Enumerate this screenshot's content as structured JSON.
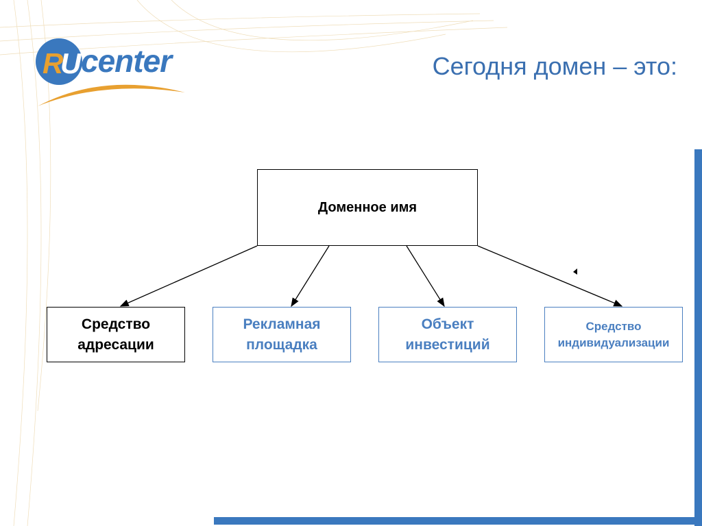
{
  "logo": {
    "text": "RU center",
    "ru": "RU",
    "center": "center"
  },
  "header": {
    "title": "Сегодня домен – это:"
  },
  "diagram": {
    "root": "Доменное имя",
    "children": [
      {
        "line1": "Средство",
        "line2": "адресации"
      },
      {
        "line1": "Рекламная",
        "line2": "площадка"
      },
      {
        "line1": "Объект",
        "line2": "инвестиций"
      },
      {
        "line1": "Средство",
        "line2": "индивидуализации"
      }
    ]
  },
  "colors": {
    "accent": "#3a78be",
    "orange": "#e8a030"
  }
}
